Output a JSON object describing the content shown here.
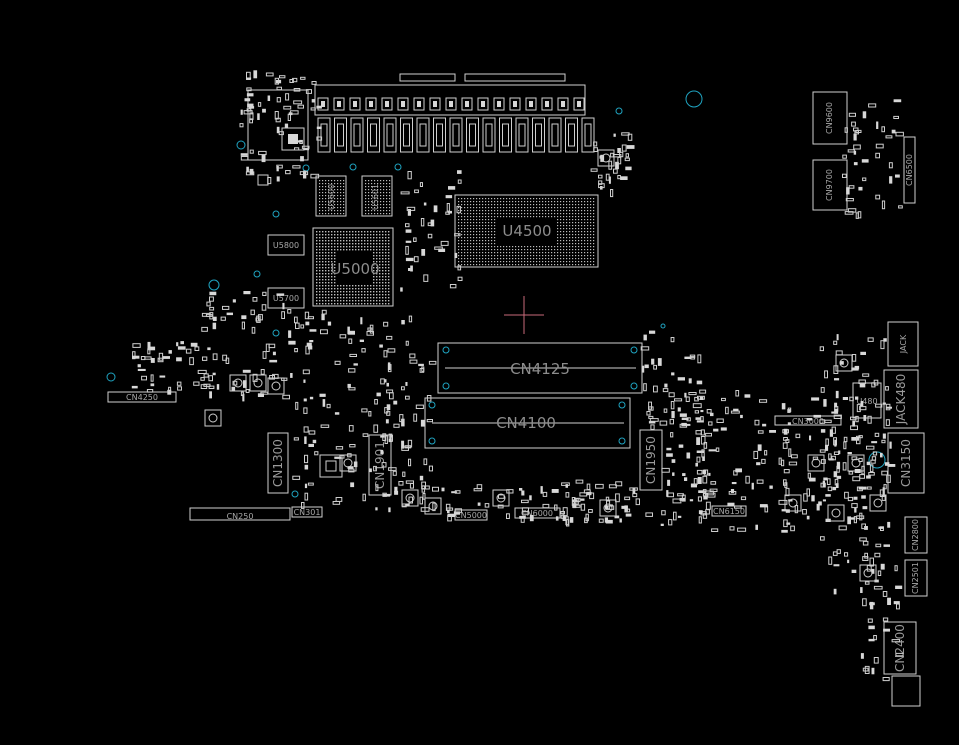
{
  "board": {
    "background": "#000000",
    "outline_color": "#cfcfcf",
    "hole_color": "#1fa3c0",
    "crosshair_color": "#c86a7a"
  },
  "labels": {
    "u4500": "U4500",
    "u5000": "U5000",
    "u5600": "U5600",
    "u5601": "U5601",
    "u5800": "U5800",
    "u5700": "U5700",
    "cn4125": "CN4125",
    "cn4100": "CN4100",
    "cn1950": "CN1950",
    "cn1901": "CN1901",
    "cn1300": "CN1300",
    "cn250": "CN250",
    "cn301": "CN301",
    "cn6000": "CN6000",
    "cn5000": "CN5000",
    "cn3000": "CN3000",
    "cn3150": "CN3150",
    "cn2400": "CN2400",
    "cn9600": "CN9600",
    "cn9700": "CN9700",
    "cn6500": "CN6500",
    "jack480": "JACK480",
    "u480": "U480",
    "cn6150": "CN6150",
    "cn2800": "CN2800",
    "cn2501": "CN2501",
    "cn4250": "CN4250"
  }
}
